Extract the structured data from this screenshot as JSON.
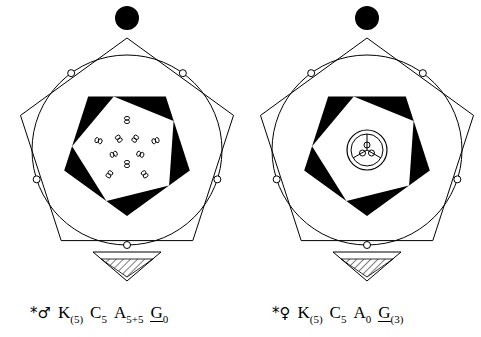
{
  "diagram": {
    "labels": [
      "*",
      "♂",
      "K",
      "(5)",
      "C",
      "5",
      "A",
      "5+5",
      "G",
      "0",
      "*",
      "♀",
      "K",
      "(5)",
      "C",
      "5",
      "A",
      "0",
      "G",
      "(3)"
    ]
  }
}
